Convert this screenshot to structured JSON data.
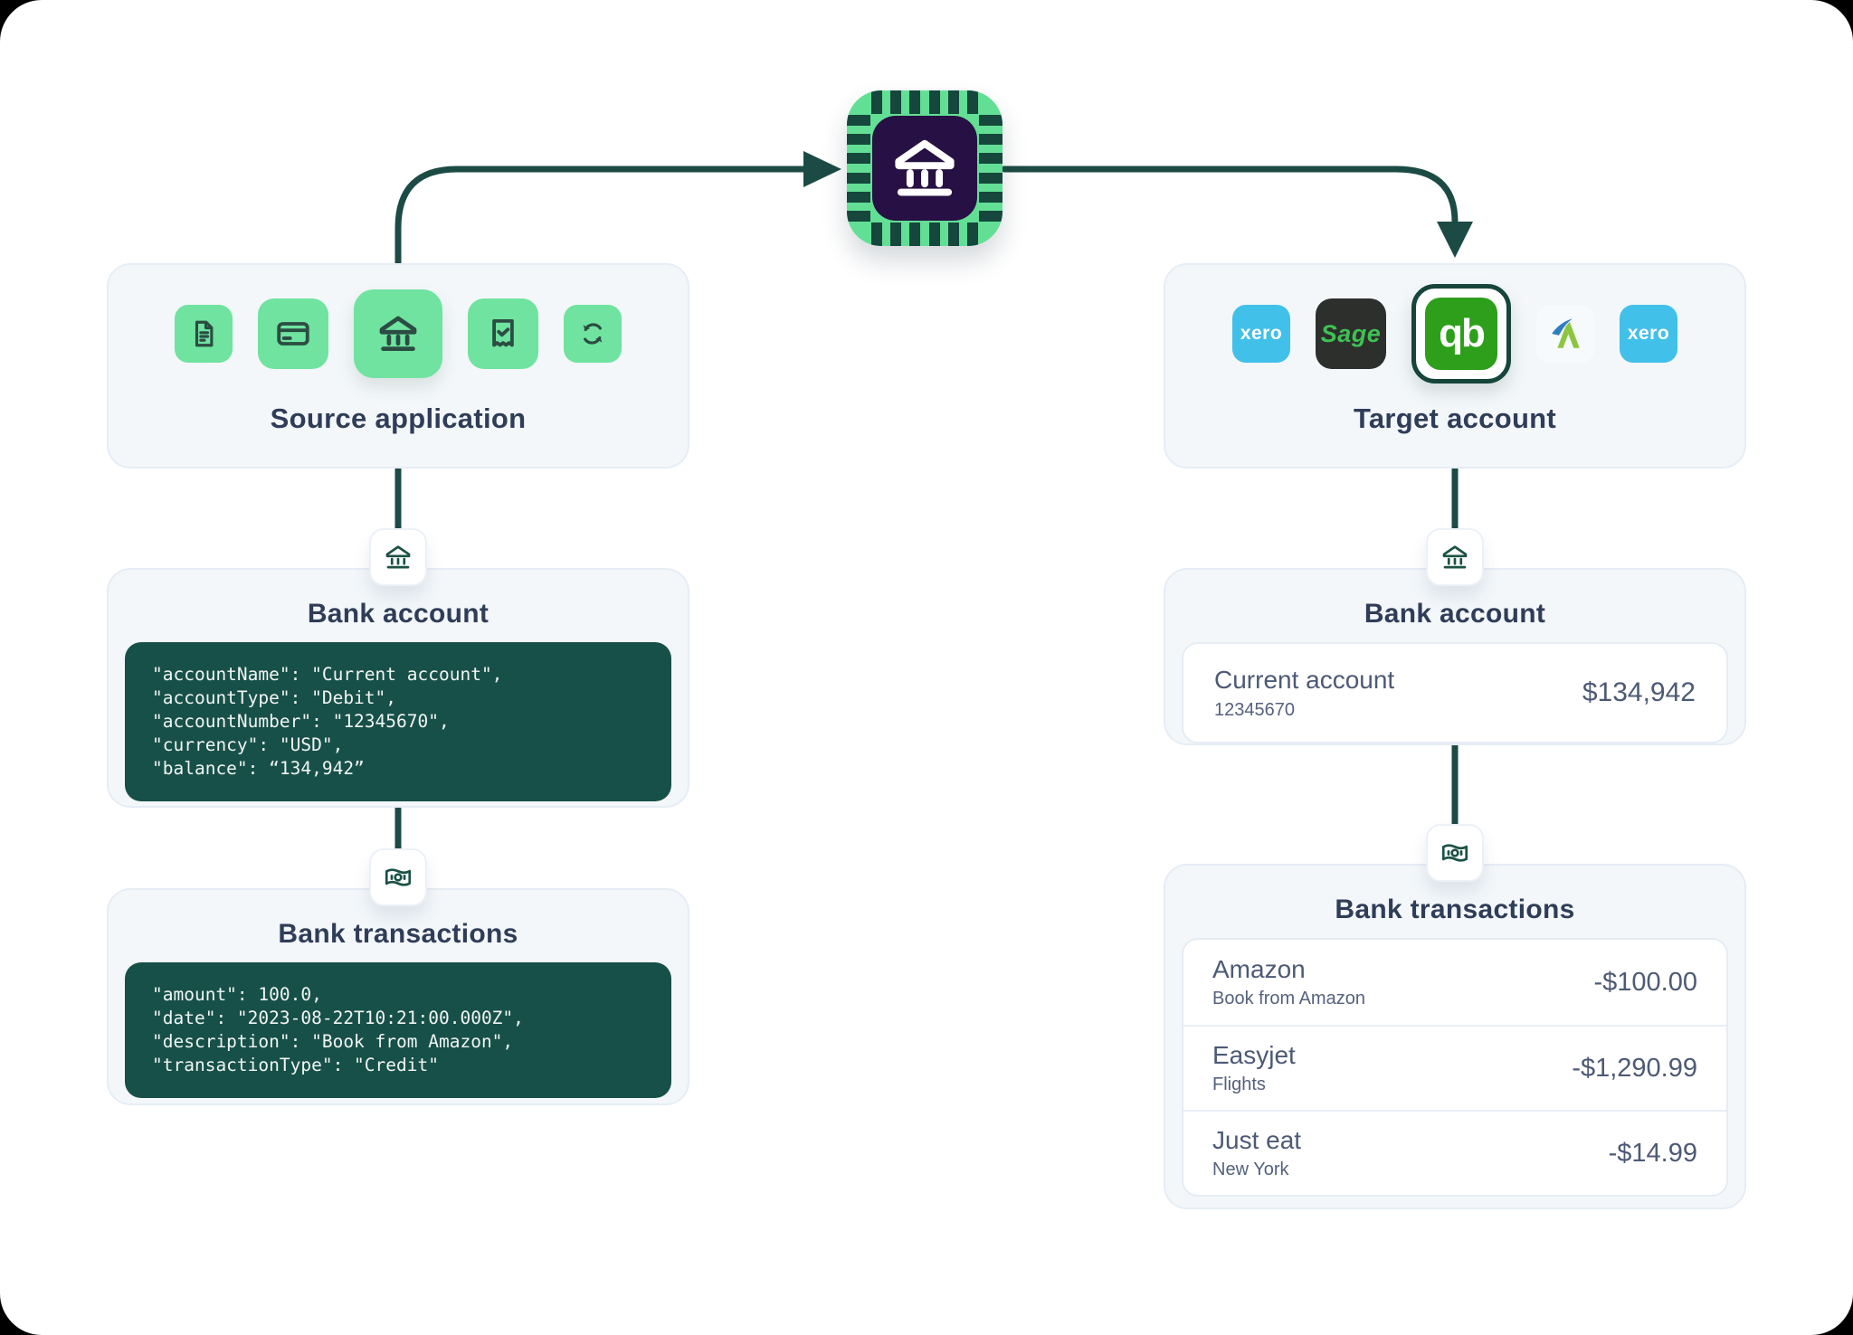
{
  "hub": {
    "icon": "bank-chip-icon"
  },
  "colors": {
    "accent_green": "#6fe39f",
    "dark_teal": "#1c4b45",
    "code_bg": "#175048",
    "chip_purple": "#271043",
    "panel_bg": "#f3f7fa",
    "title_text": "#303d58",
    "body_text": "#4d5a75",
    "xero_blue": "#41c0ea",
    "sage_dark": "#2d2f2d",
    "sage_green": "#3fc153",
    "quickbooks_green": "#2d9f1b",
    "freeagent_blue": "#2e7ec0",
    "freeagent_green": "#8cc63f"
  },
  "source_panel": {
    "title": "Source application",
    "icons": [
      "document-icon",
      "credit-card-icon",
      "bank-icon",
      "receipt-check-icon",
      "sync-icon"
    ]
  },
  "target_panel": {
    "title": "Target account",
    "apps": [
      {
        "name": "xero",
        "label": "xero"
      },
      {
        "name": "sage",
        "label": "Sage"
      },
      {
        "name": "quickbooks",
        "label": "qb"
      },
      {
        "name": "freeagent",
        "label": ""
      },
      {
        "name": "xero",
        "label": "xero"
      }
    ]
  },
  "source_bank_account": {
    "title": "Bank account",
    "code": [
      "\"accountName\": \"Current account\",",
      "\"accountType\": \"Debit\",",
      "\"accountNumber\": \"12345670\",",
      "\"currency\": \"USD\",",
      "\"balance\": “134,942”"
    ]
  },
  "source_bank_transactions": {
    "title": "Bank transactions",
    "code": [
      "\"amount\": 100.0,",
      "\"date\": \"2023-08-22T10:21:00.000Z\",",
      "\"description\": \"Book from Amazon\",",
      "\"transactionType\": \"Credit\""
    ]
  },
  "target_bank_account": {
    "title": "Bank account",
    "account_name": "Current account",
    "account_number": "12345670",
    "balance": "$134,942"
  },
  "target_bank_transactions": {
    "title": "Bank transactions",
    "rows": [
      {
        "name": "Amazon",
        "description": "Book from Amazon",
        "amount": "-$100.00"
      },
      {
        "name": "Easyjet",
        "description": "Flights",
        "amount": "-$1,290.99"
      },
      {
        "name": "Just eat",
        "description": "New York",
        "amount": "-$14.99"
      }
    ]
  }
}
